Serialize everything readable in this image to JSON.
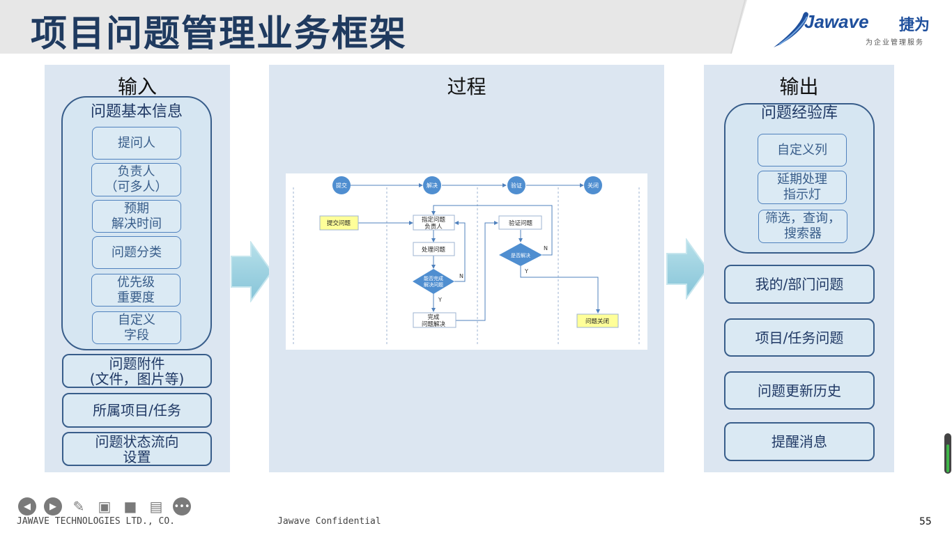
{
  "header": {
    "title": "项目问题管理业务框架",
    "logo_word": "Jawave",
    "logo_cn": "捷为",
    "logo_tagline": "为企业管理服务"
  },
  "input": {
    "title": "输入",
    "basic_info": {
      "title": "问题基本信息",
      "items": [
        "提问人",
        "负责人\n（可多人）",
        "预期\n解决时间",
        "问题分类",
        "优先级\n重要度",
        "自定义\n字段"
      ]
    },
    "attachments": "问题附件\n(文件，图片等)",
    "project_task": "所属项目/任务",
    "status_flow": "问题状态流向\n设置"
  },
  "process": {
    "title": "过程",
    "flow": {
      "stages": [
        "提交",
        "解决",
        "验证",
        "关闭"
      ],
      "submit_issue": "提交问题",
      "assign_owner": "指定问题\n负责人",
      "handle_issue": "处理问题",
      "decision_done": "能否完成\n解决问题",
      "complete": "完成\n问题解决",
      "verify_issue": "验证问题",
      "decision_solved": "是否解决",
      "close_issue": "问题关闭",
      "yes": "Y",
      "no": "N"
    }
  },
  "output": {
    "title": "输出",
    "knowledge_base": {
      "title": "问题经验库",
      "items": [
        "自定义列",
        "延期处理\n指示灯",
        "筛选，查询，\n搜索器"
      ]
    },
    "items": [
      "我的/部门问题",
      "项目/任务问题",
      "问题更新历史",
      "提醒消息"
    ]
  },
  "footer": {
    "company": "JAWAVE TECHNOLOGIES LTD., CO.",
    "confidential": "Jawave  Confidential",
    "page": "55"
  },
  "colors": {
    "panel": "#dce6f1",
    "border": "#385d8a",
    "arrow": "#93cddd",
    "flow_node": "#4f8ed0",
    "flow_highlight": "#ffff99"
  }
}
